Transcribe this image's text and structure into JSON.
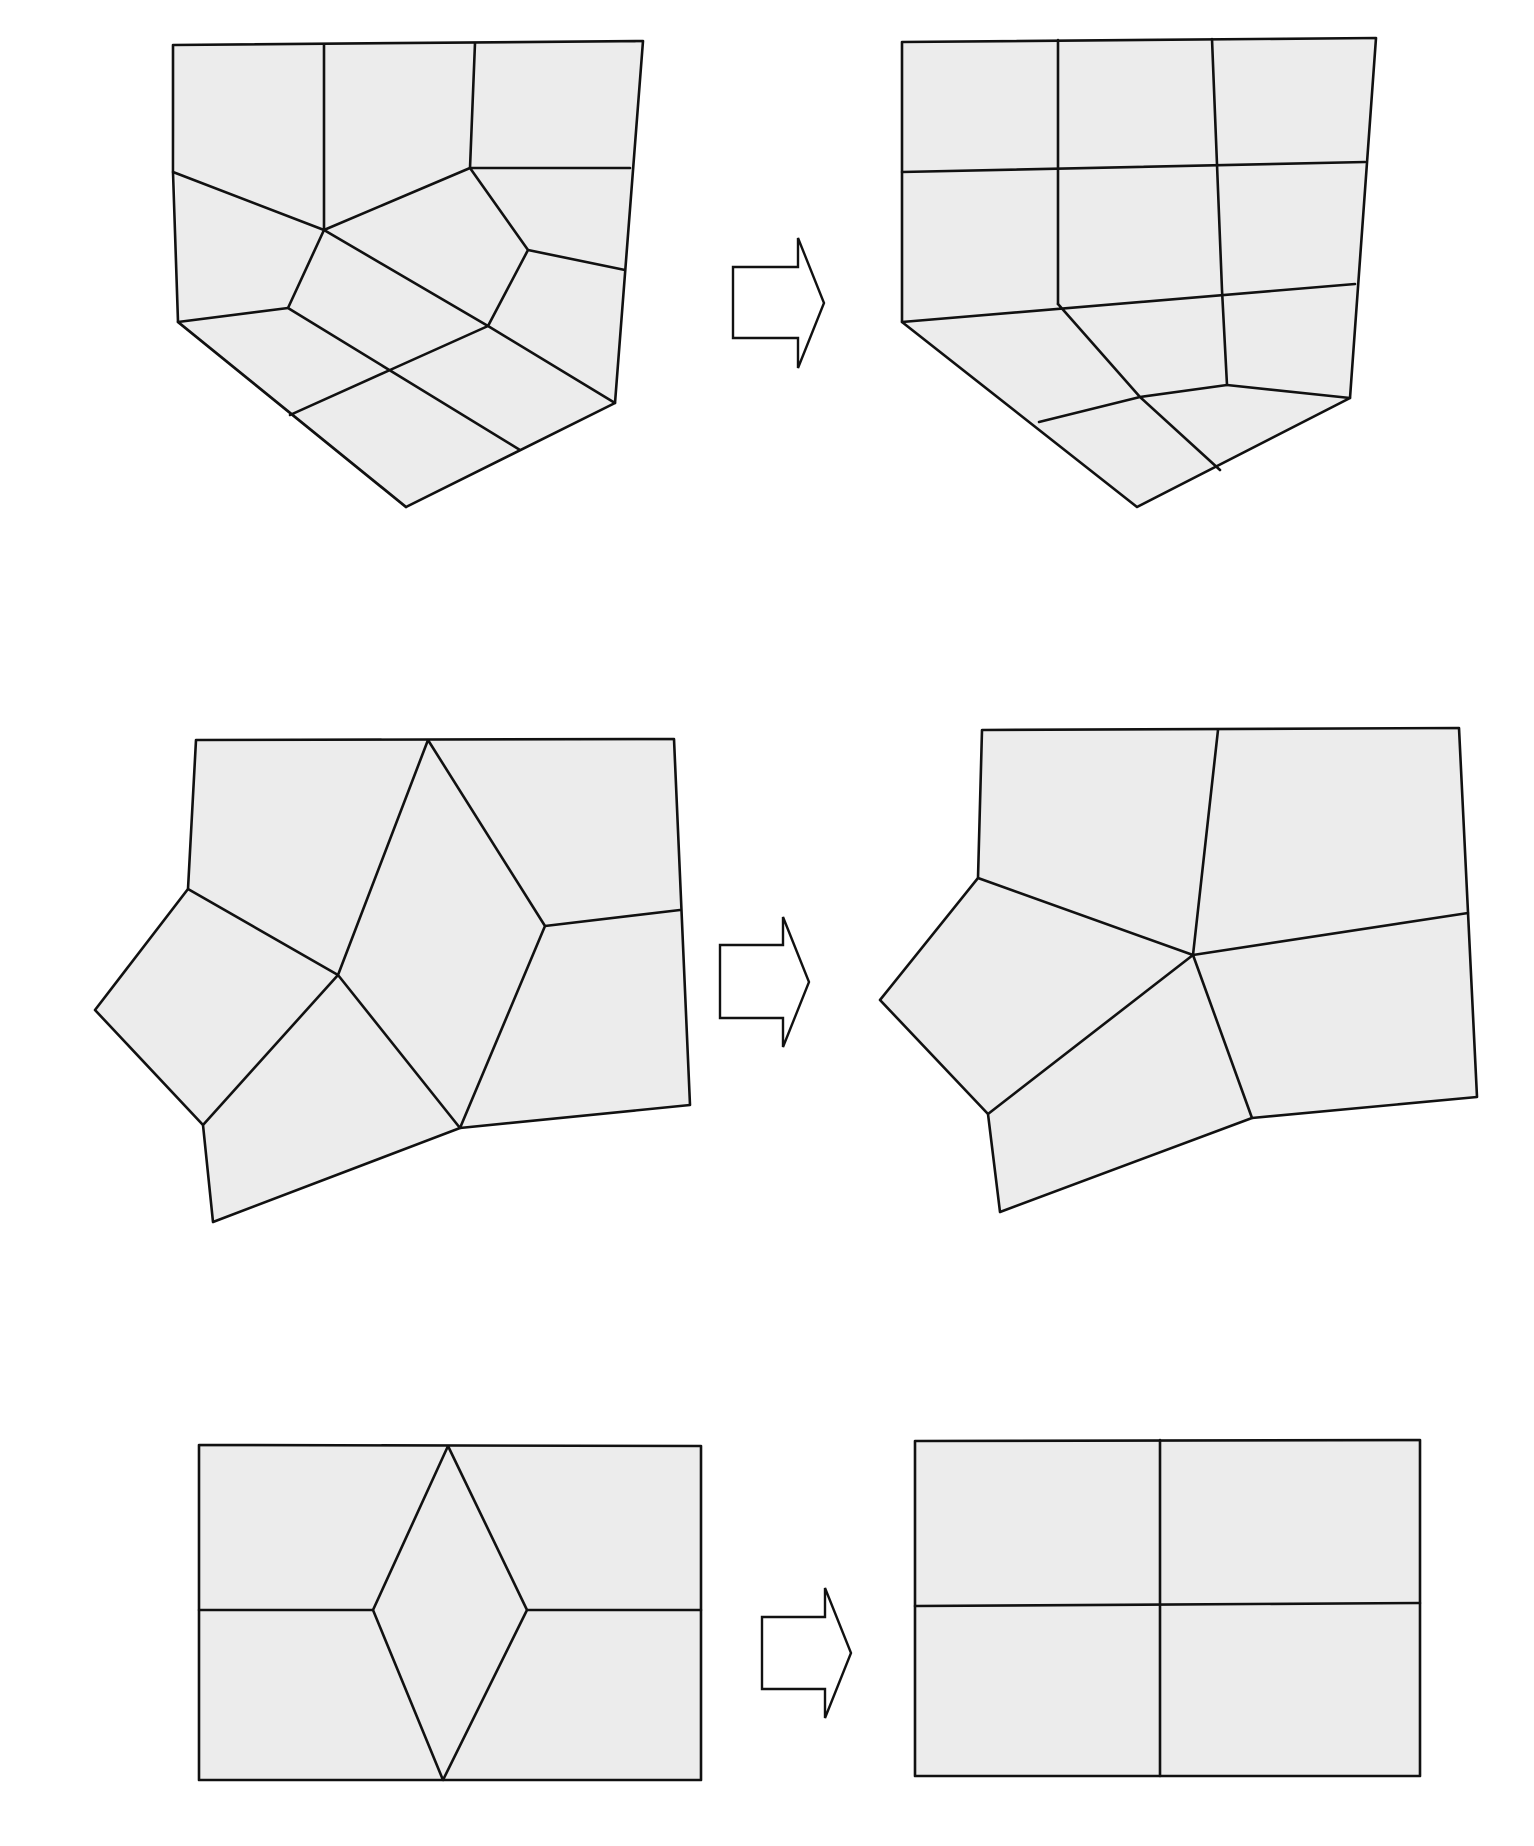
{
  "figure": {
    "description_label": "",
    "panels": [
      {
        "id": "row1-before",
        "caption": ""
      },
      {
        "id": "row1-after",
        "caption": ""
      },
      {
        "id": "row2-before",
        "caption": ""
      },
      {
        "id": "row2-after",
        "caption": ""
      },
      {
        "id": "row3-before",
        "caption": ""
      },
      {
        "id": "row3-after",
        "caption": ""
      }
    ],
    "colors": {
      "face_fill": "#ececec",
      "edge_stroke": "#111111",
      "arrow_fill": "#ffffff"
    },
    "icons": [
      "right-arrow-icon",
      "right-arrow-icon",
      "right-arrow-icon"
    ]
  }
}
